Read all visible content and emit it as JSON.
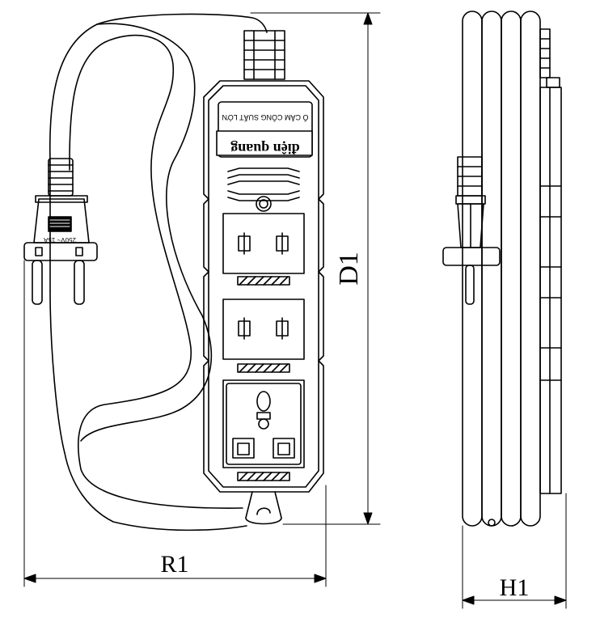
{
  "dimensions": {
    "d1": "D1",
    "r1": "R1",
    "h1": "H1"
  },
  "strip": {
    "label_top": "Ổ CẮM CÔNG SUẤT LỚN",
    "brand": "điện quang"
  },
  "plug": {
    "rating": "250V~ 15A"
  }
}
